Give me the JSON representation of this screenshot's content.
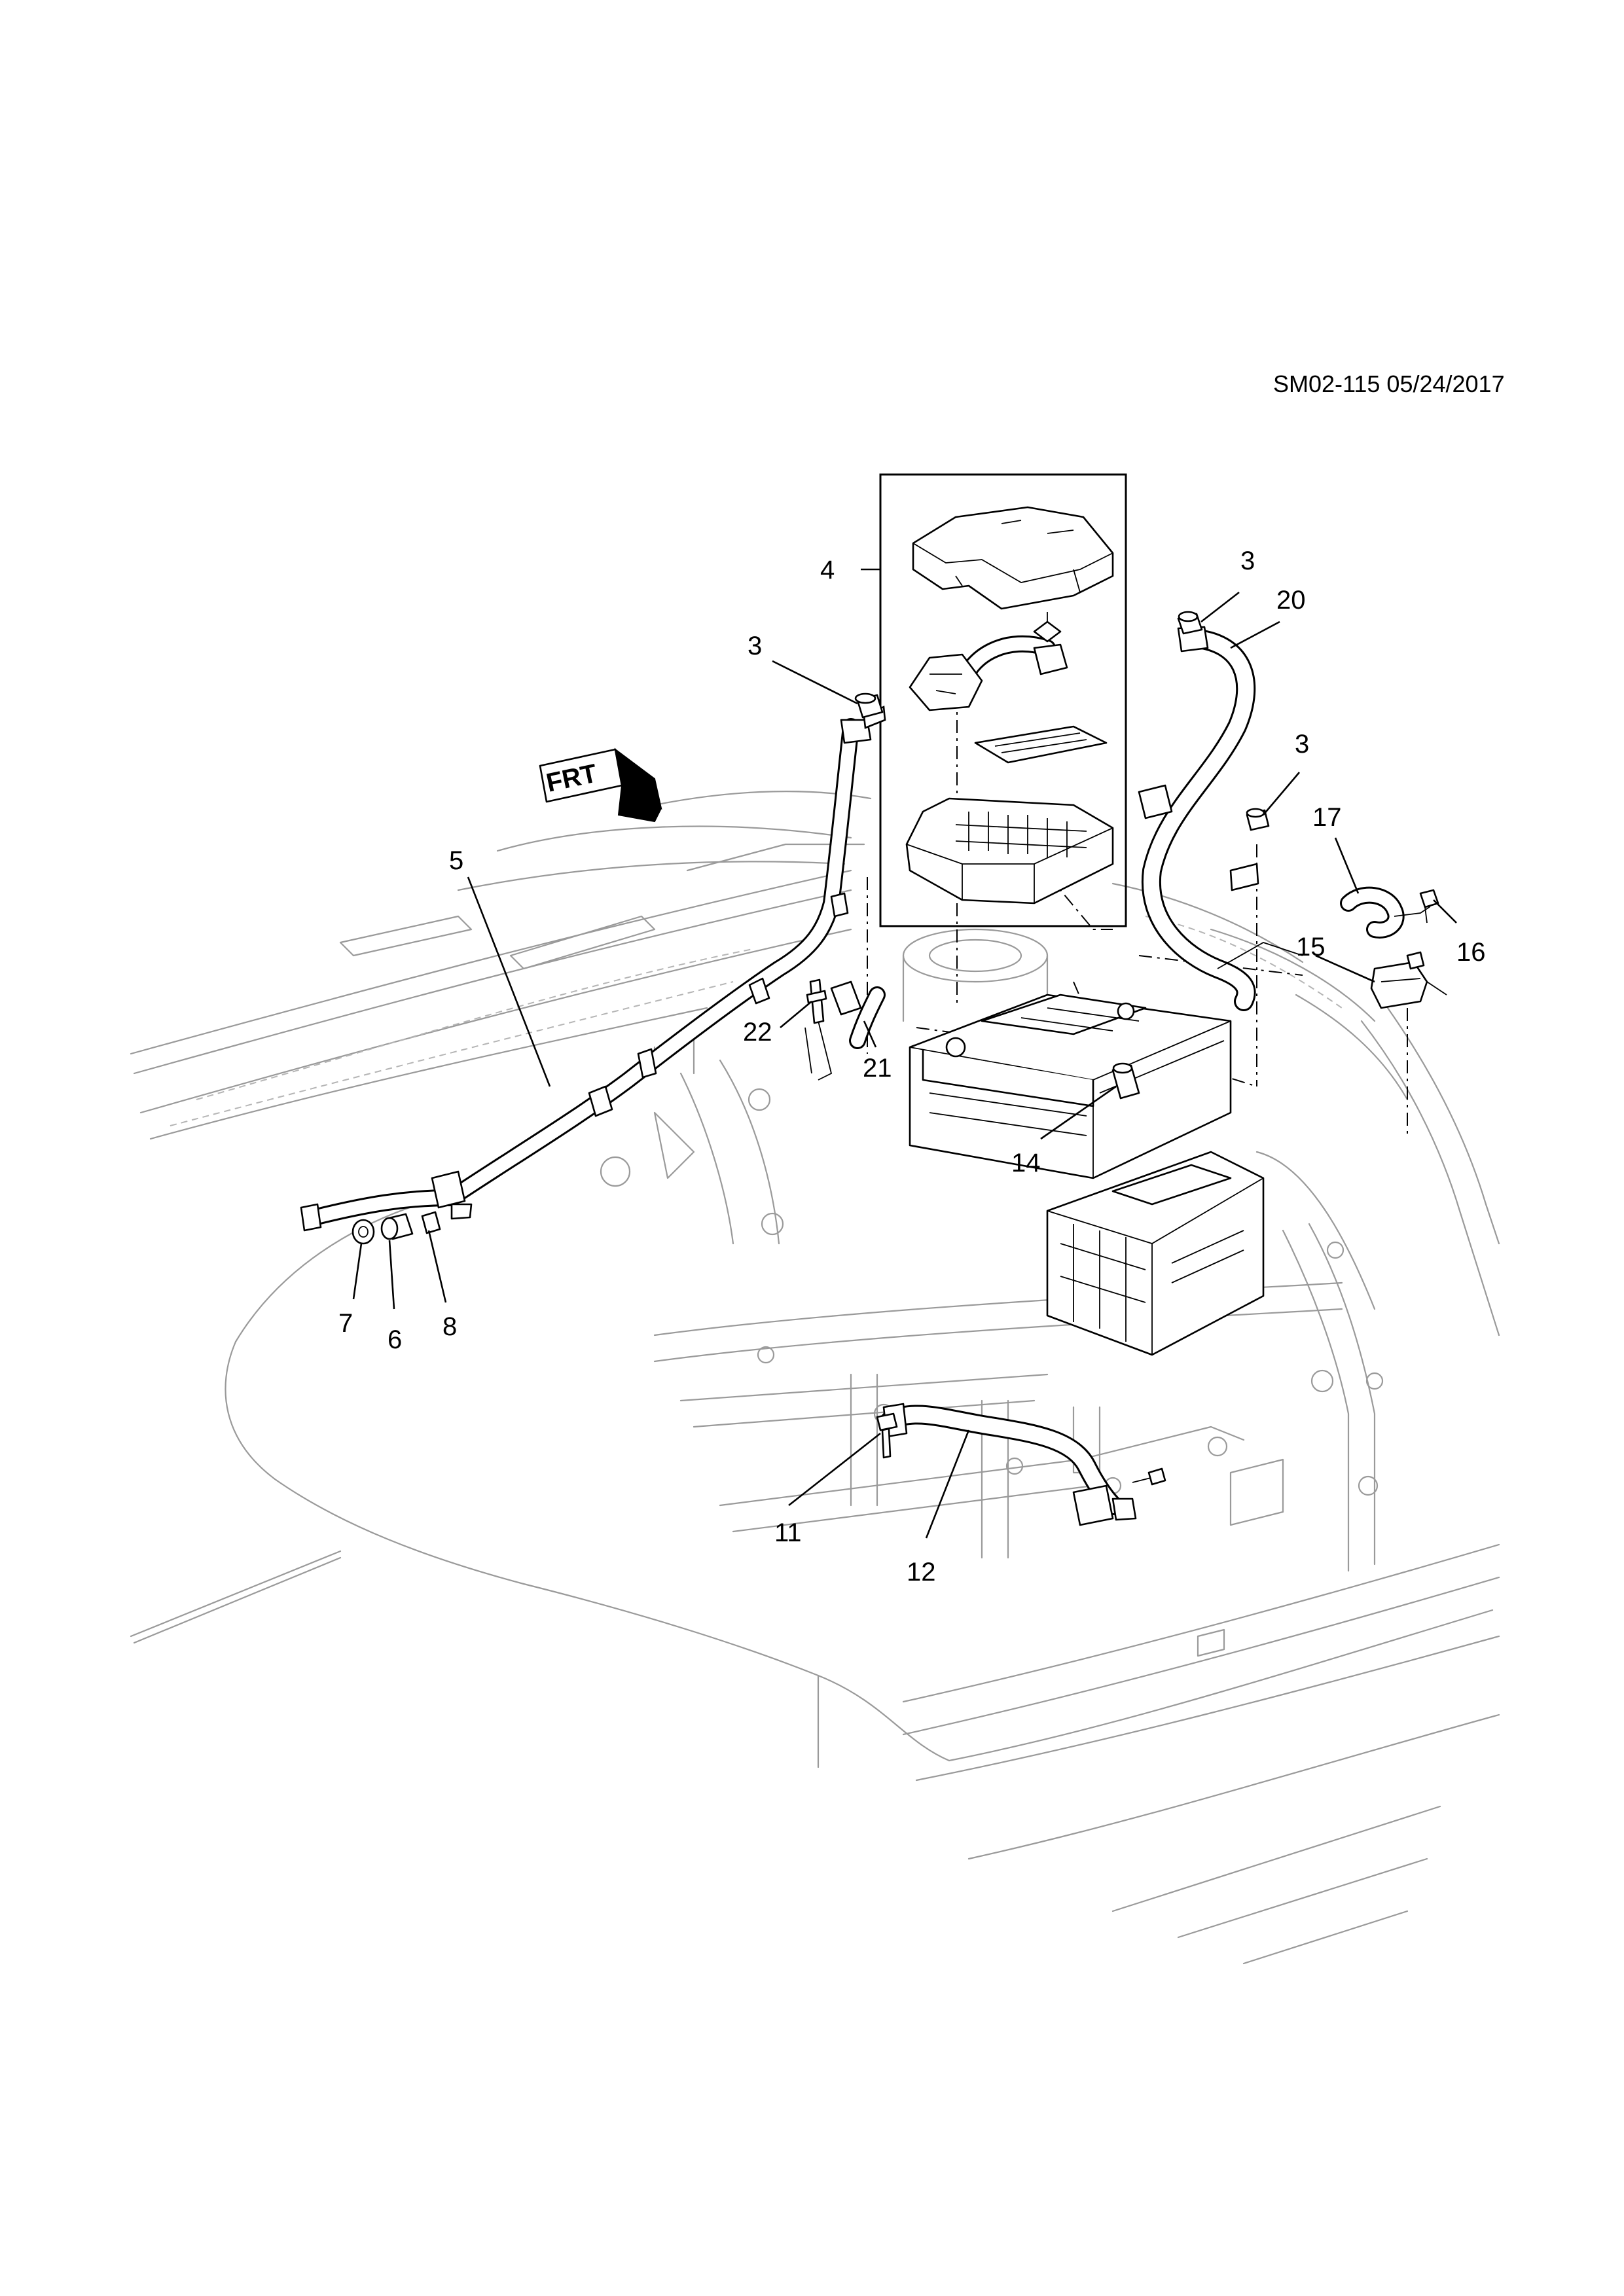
{
  "header": {
    "document_code": "SM02-115 05/24/2017"
  },
  "callouts": {
    "c3a": "3",
    "c3b": "3",
    "c3c": "3",
    "c4": "4",
    "c5": "5",
    "c6": "6",
    "c7": "7",
    "c8": "8",
    "c11": "11",
    "c12": "12",
    "c14": "14",
    "c15": "15",
    "c16": "16",
    "c17": "17",
    "c20": "20",
    "c21": "21",
    "c22": "22"
  },
  "front_indicator": {
    "label": "FRT",
    "icon": "front-arrow-icon"
  }
}
